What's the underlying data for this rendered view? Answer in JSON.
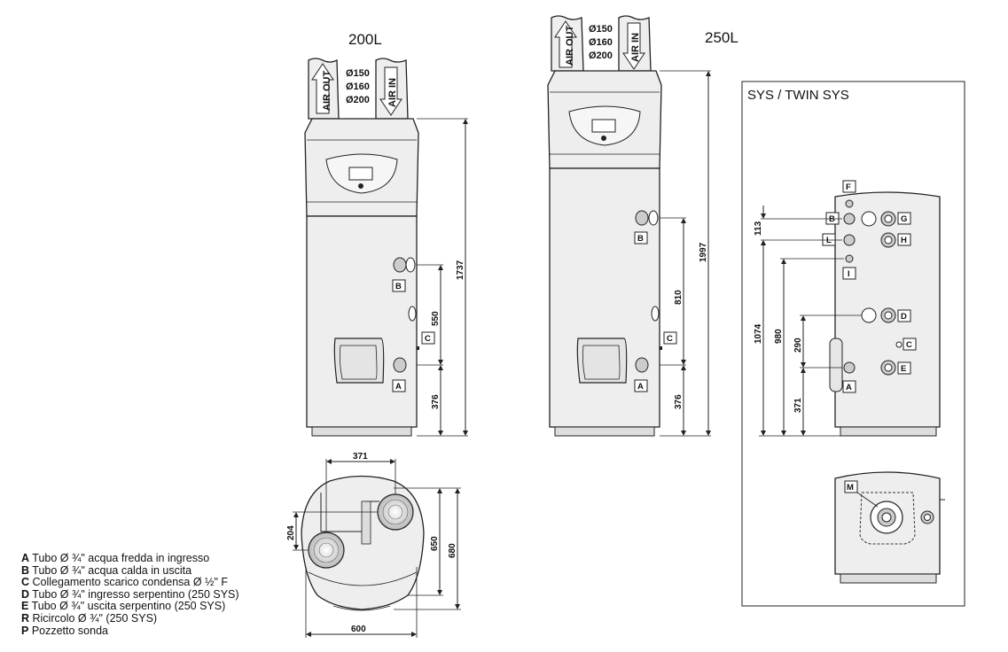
{
  "models": {
    "m200": {
      "label": "200L"
    },
    "m250": {
      "label": "250L"
    },
    "sys": {
      "label": "SYS / TWIN SYS"
    }
  },
  "air": {
    "out": "AIR OUT",
    "in": "AIR IN",
    "d1": "Ø150",
    "d2": "Ø160",
    "d3": "Ø200"
  },
  "dims_200": {
    "total": "1737",
    "b": "550",
    "a": "376"
  },
  "dims_250": {
    "total": "1997",
    "b": "810",
    "a": "376"
  },
  "dims_sys": {
    "top": "113",
    "total": "1074",
    "i": "980",
    "d": "290",
    "a": "371"
  },
  "dims_top": {
    "w371": "371",
    "w600": "600",
    "d204": "204",
    "d650": "650",
    "d680": "680"
  },
  "tags": {
    "A": "A",
    "B": "B",
    "C": "C",
    "D": "D",
    "E": "E",
    "F": "F",
    "G": "G",
    "H": "H",
    "I": "I",
    "L": "L",
    "M": "M"
  },
  "legend": [
    {
      "key": "A",
      "text": " Tubo Ø ¾\" acqua fredda in ingresso"
    },
    {
      "key": "B",
      "text": " Tubo Ø ¾\" acqua calda in uscita"
    },
    {
      "key": "C",
      "text": " Collegamento scarico condensa Ø ½\" F"
    },
    {
      "key": "D",
      "text": " Tubo Ø ¾\" ingresso serpentino (250 SYS)"
    },
    {
      "key": "E",
      "text": " Tubo Ø ¾\" uscita serpentino (250 SYS)"
    },
    {
      "key": "R",
      "text": " Ricircolo Ø ¾\" (250 SYS)"
    },
    {
      "key": "P",
      "text": " Pozzetto sonda"
    }
  ]
}
